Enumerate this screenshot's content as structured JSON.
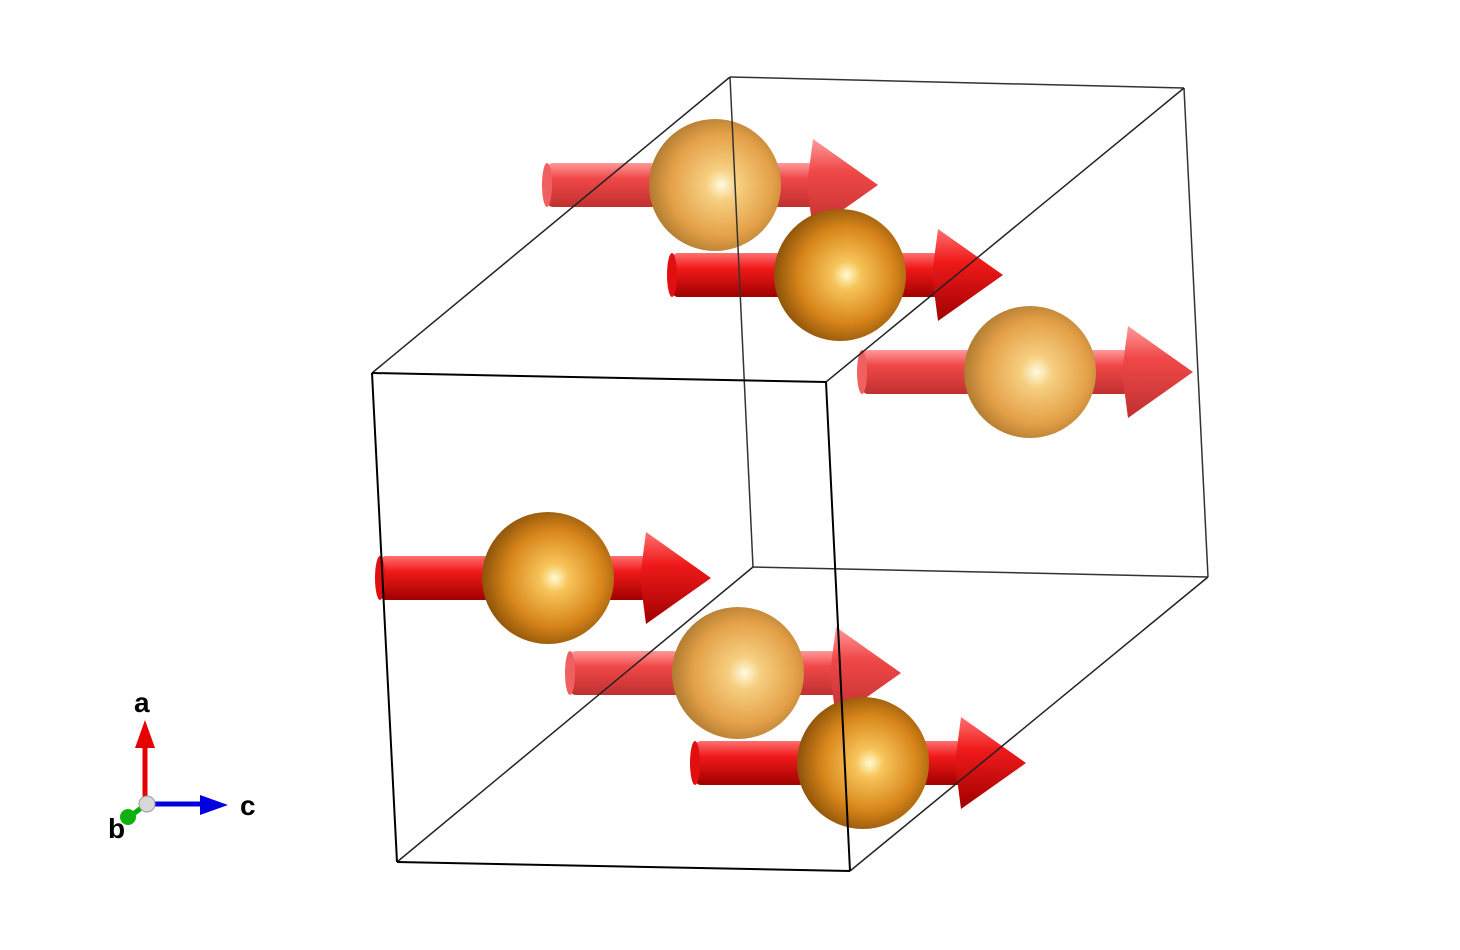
{
  "structure": {
    "atom_count": 6,
    "colors": {
      "atom": "#d8861a",
      "atom_highlight": "#fffbd0",
      "moment_arrow": "#e8141c",
      "cell_edge": "#000000",
      "background": "#ffffff"
    }
  },
  "axes": {
    "a_label": "a",
    "b_label": "b",
    "c_label": "c",
    "colors": {
      "a": "#e60000",
      "b": "#00b000",
      "c": "#0000e0"
    }
  }
}
